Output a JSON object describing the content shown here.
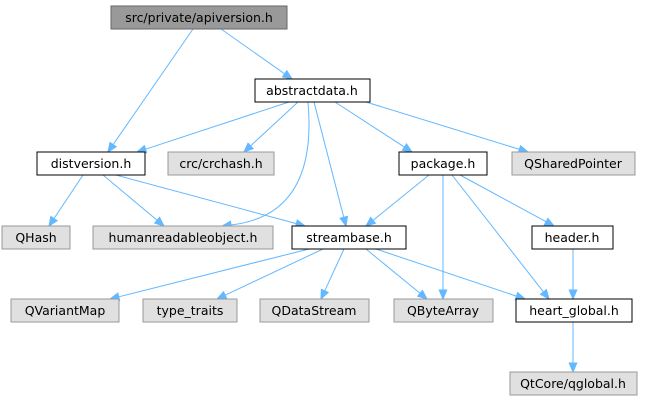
{
  "colors": {
    "edge": "#63b8ff",
    "root_fill": "#999999",
    "root_border": "#666666",
    "internal_fill": "#ffffff",
    "internal_border": "#000000",
    "external_fill": "#e0e0e0",
    "external_border": "#999999"
  },
  "nodes": {
    "apiversion": {
      "label": "src/private/apiversion.h",
      "kind": "root"
    },
    "abstractdata": {
      "label": "abstractdata.h",
      "kind": "internal"
    },
    "distversion": {
      "label": "distversion.h",
      "kind": "internal"
    },
    "crchash": {
      "label": "crc/crchash.h",
      "kind": "external"
    },
    "package": {
      "label": "package.h",
      "kind": "internal"
    },
    "qsharedpointer": {
      "label": "QSharedPointer",
      "kind": "external"
    },
    "qhash": {
      "label": "QHash",
      "kind": "external"
    },
    "humanreadable": {
      "label": "humanreadableobject.h",
      "kind": "external"
    },
    "streambase": {
      "label": "streambase.h",
      "kind": "internal"
    },
    "header": {
      "label": "header.h",
      "kind": "internal"
    },
    "qvariantmap": {
      "label": "QVariantMap",
      "kind": "external"
    },
    "typetraits": {
      "label": "type_traits",
      "kind": "external"
    },
    "qdatastream": {
      "label": "QDataStream",
      "kind": "external"
    },
    "qbytearray": {
      "label": "QByteArray",
      "kind": "external"
    },
    "heartglobal": {
      "label": "heart_global.h",
      "kind": "internal"
    },
    "qglobal": {
      "label": "QtCore/qglobal.h",
      "kind": "external"
    }
  },
  "edges": [
    {
      "from": "apiversion",
      "to": "abstractdata"
    },
    {
      "from": "apiversion",
      "to": "distversion"
    },
    {
      "from": "abstractdata",
      "to": "distversion"
    },
    {
      "from": "abstractdata",
      "to": "crchash"
    },
    {
      "from": "abstractdata",
      "to": "package"
    },
    {
      "from": "abstractdata",
      "to": "qsharedpointer"
    },
    {
      "from": "abstractdata",
      "to": "humanreadable"
    },
    {
      "from": "abstractdata",
      "to": "streambase"
    },
    {
      "from": "distversion",
      "to": "qhash"
    },
    {
      "from": "distversion",
      "to": "humanreadable"
    },
    {
      "from": "distversion",
      "to": "streambase"
    },
    {
      "from": "package",
      "to": "streambase"
    },
    {
      "from": "package",
      "to": "header"
    },
    {
      "from": "package",
      "to": "qbytearray"
    },
    {
      "from": "package",
      "to": "heartglobal"
    },
    {
      "from": "streambase",
      "to": "qvariantmap"
    },
    {
      "from": "streambase",
      "to": "typetraits"
    },
    {
      "from": "streambase",
      "to": "qdatastream"
    },
    {
      "from": "streambase",
      "to": "qbytearray"
    },
    {
      "from": "streambase",
      "to": "heartglobal"
    },
    {
      "from": "header",
      "to": "heartglobal"
    },
    {
      "from": "heartglobal",
      "to": "qglobal"
    }
  ]
}
